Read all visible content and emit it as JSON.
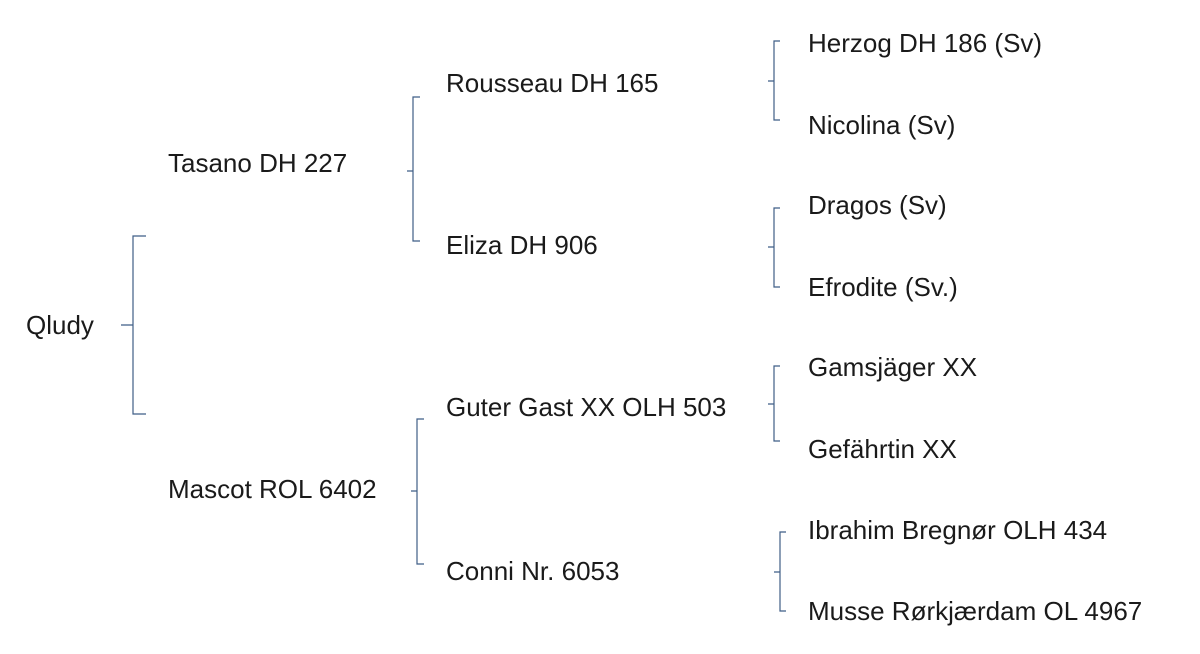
{
  "pedigree": {
    "horse": "Qludy",
    "sire": {
      "name": "Tasano DH 227",
      "sire": {
        "name": "Rousseau DH 165",
        "sire": {
          "name": "Herzog DH 186 (Sv)"
        },
        "dam": {
          "name": "Nicolina (Sv)"
        }
      },
      "dam": {
        "name": "Eliza DH 906",
        "sire": {
          "name": "Dragos (Sv)"
        },
        "dam": {
          "name": "Efrodite (Sv.)"
        }
      }
    },
    "dam": {
      "name": "Mascot ROL 6402",
      "sire": {
        "name": "Guter Gast XX OLH 503",
        "sire": {
          "name": "Gamsjäger XX"
        },
        "dam": {
          "name": "Gefährtin XX"
        }
      },
      "dam": {
        "name": "Conni Nr. 6053",
        "sire": {
          "name": "Ibrahim Bregnør OLH 434"
        },
        "dam": {
          "name": "Musse Rørkjærdam OL 4967"
        }
      }
    }
  },
  "colors": {
    "bracket": "#3f5e86",
    "text": "#1a1a1a"
  }
}
